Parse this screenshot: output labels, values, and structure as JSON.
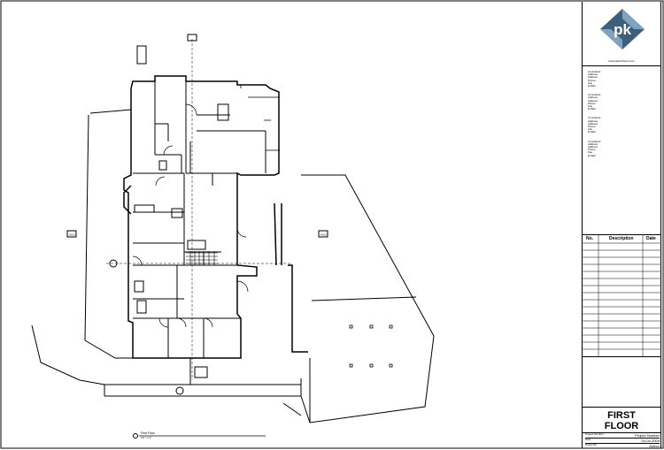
{
  "logo": {
    "text": "pk",
    "color_dark": "#3e5f7c",
    "color_light": "#7fa2bf"
  },
  "website": "www.pkarchitects.com",
  "consultants": [
    [
      "Consultant",
      "Address",
      "Address",
      "Phone",
      "Fax",
      "E-Mail"
    ],
    [
      "Consultant",
      "Address",
      "Address",
      "Phone",
      "Fax",
      "E-Mail"
    ],
    [
      "Consultant",
      "Address",
      "Address",
      "Phone",
      "Fax",
      "E-Mail"
    ],
    [
      "Consultant",
      "Address",
      "Address",
      "Phone",
      "Fax",
      "E-Mail"
    ]
  ],
  "revisions": {
    "col_no": "No.",
    "col_desc": "Description",
    "col_date": "Date"
  },
  "sheet_name_line1": "FIRST",
  "sheet_name_line2": "FLOOR",
  "project": {
    "number_label": "Project Number",
    "number_value": "Project Number",
    "date_label": "Date",
    "date_value": "04-04-2009",
    "drawn_label": "Drawn By",
    "drawn_value": "Author"
  },
  "plan": {
    "view_label": "First Floor",
    "view_scale": "1/8\" = 1'-0\"",
    "tag_left": "A101",
    "tag_right": "A101"
  }
}
